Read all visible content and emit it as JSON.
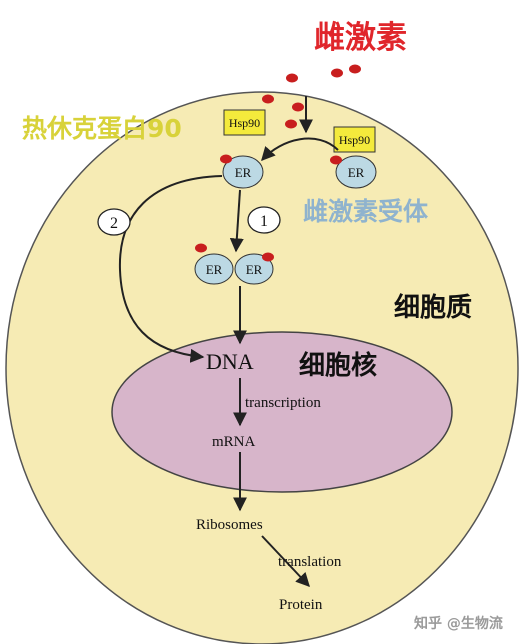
{
  "labels": {
    "estrogen": "雌激素",
    "hsp90_cn": "热休克蛋白90",
    "hsp_box": "Hsp90",
    "er": "ER",
    "receptor": "雌激素受体",
    "path1": "1",
    "path2": "2",
    "dna": "DNA",
    "nucleus": "细胞核",
    "cytoplasm": "细胞质",
    "transcription": "transcription",
    "mrna": "mRNA",
    "ribosomes": "Ribosomes",
    "translation": "translation",
    "protein": "Protein",
    "watermark": "知乎 @生物流"
  },
  "colors": {
    "cell_fill": "#F6EBB4",
    "nucleus_fill": "#D7B5CA",
    "er_fill": "#BCD9E4",
    "hsp_fill": "#F4EA3C",
    "ligand": "#C81E1E",
    "title_red": "#E0262B",
    "hsp_label": "#D8D23A",
    "receptor_label": "#8FB3CE"
  }
}
